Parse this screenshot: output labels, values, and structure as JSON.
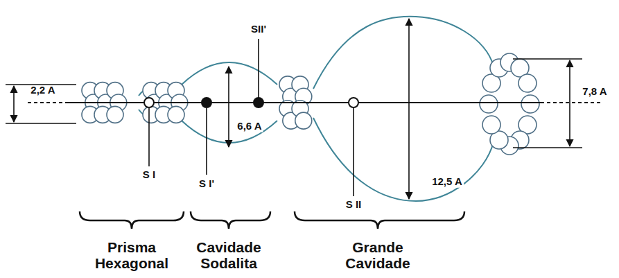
{
  "diagram": {
    "labels": [
      "2,2 A",
      "SII'",
      "6,6 A",
      "7,8 A",
      "S I",
      "S I'",
      "12,5 A",
      "S II",
      "Prisma Hexagonal",
      "Cavidade Sodalita",
      "Grande Cavidade"
    ]
  }
}
